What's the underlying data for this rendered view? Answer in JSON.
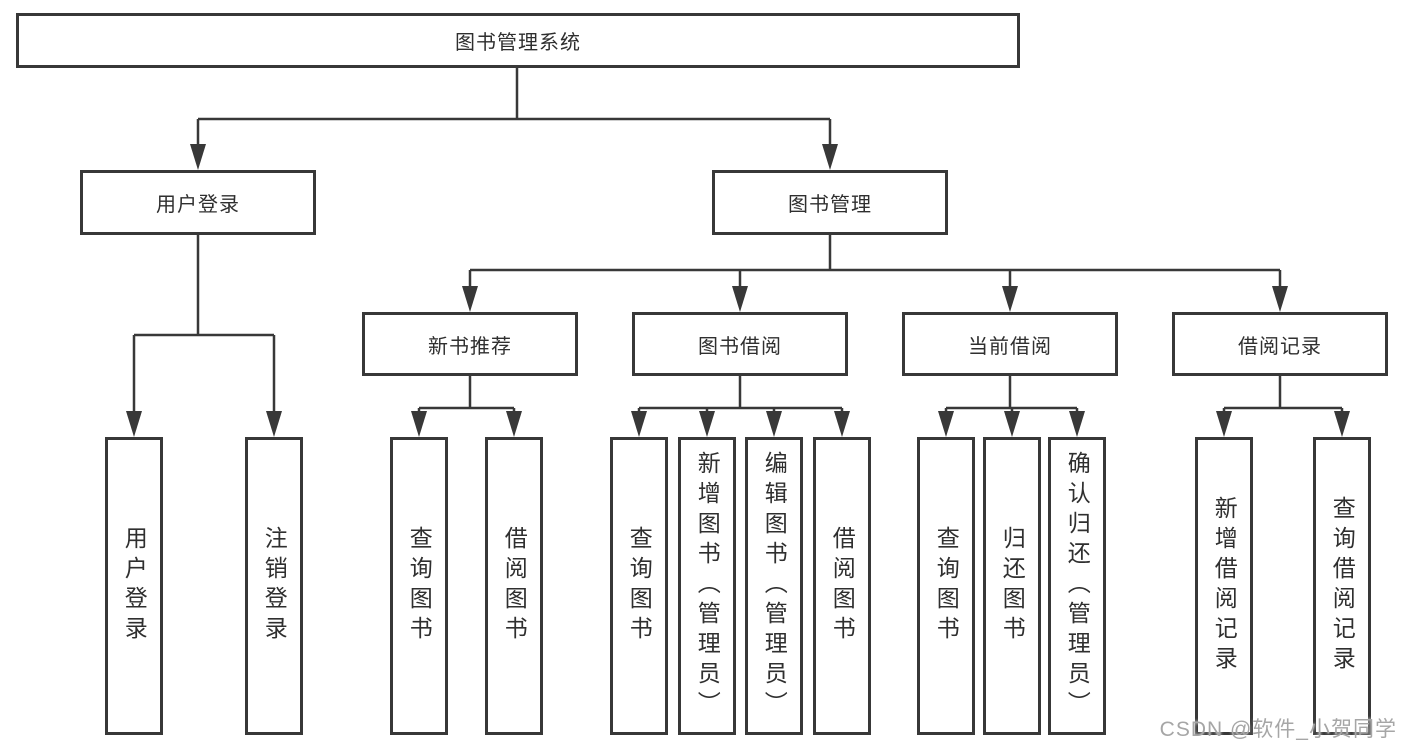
{
  "colors": {
    "background": "#ffffff",
    "box_fill": "#ffffff",
    "box_border": "#383838",
    "line": "#383838",
    "text": "#2f2f2f",
    "watermark": "#a6a6a6"
  },
  "root": {
    "label": "图书管理系统"
  },
  "branches": {
    "user_login": {
      "label": "用户登录",
      "children": [
        {
          "label": "用户登录"
        },
        {
          "label": "注销登录"
        }
      ]
    },
    "book_mgmt": {
      "label": "图书管理",
      "categories": [
        {
          "label": "新书推荐",
          "children": [
            {
              "label": "查询图书"
            },
            {
              "label": "借阅图书"
            }
          ]
        },
        {
          "label": "图书借阅",
          "children": [
            {
              "label": "查询图书"
            },
            {
              "label": "新增图书（管理员）"
            },
            {
              "label": "编辑图书（管理员）"
            },
            {
              "label": "借阅图书"
            }
          ]
        },
        {
          "label": "当前借阅",
          "children": [
            {
              "label": "查询图书"
            },
            {
              "label": "归还图书"
            },
            {
              "label": "确认归还（管理员）"
            }
          ]
        },
        {
          "label": "借阅记录",
          "children": [
            {
              "label": "新增借阅记录"
            },
            {
              "label": "查询借阅记录"
            }
          ]
        }
      ]
    }
  },
  "watermark": {
    "text": "CSDN @软件_小贺同学"
  }
}
